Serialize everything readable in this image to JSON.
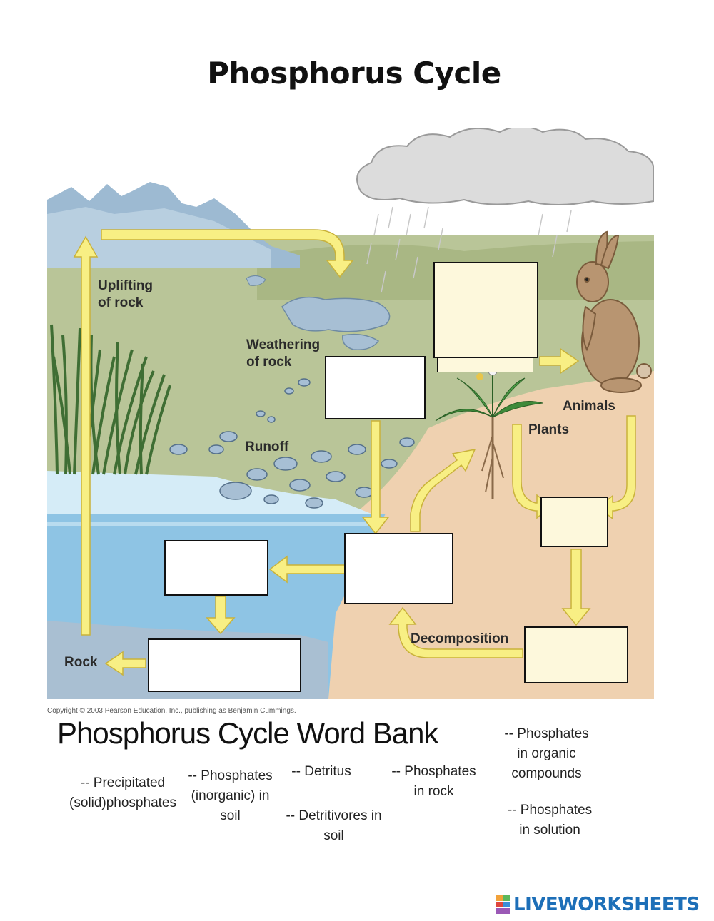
{
  "title": "Phosphorus Cycle",
  "labels": {
    "uplifting": "Uplifting\nof rock",
    "weathering": "Weathering\nof rock",
    "runoff": "Runoff",
    "animals": "Animals",
    "plants": "Plants",
    "decomposition": "Decomposition",
    "rock": "Rock"
  },
  "copyright": "Copyright © 2003 Pearson Education, Inc., publishing as Benjamin Cummings.",
  "word_bank": {
    "title": "Phosphorus Cycle Word Bank",
    "items": [
      "-- Precipitated\n(solid)phosphates",
      "-- Phosphates\n(inorganic) in\nsoil",
      "-- Detritus",
      "-- Detritivores in\nsoil",
      "-- Phosphates\nin rock",
      "-- Phosphates\nin organic\ncompounds",
      "-- Phosphates\nin solution"
    ]
  },
  "brand": "LIVEWORKSHEETS",
  "colors": {
    "arrow": "#f8ef84",
    "arrow_stroke": "#c9b23a",
    "water": "#8ec4e4",
    "land": "#b9c598",
    "soil": "#efd1b0",
    "brand": "#1d6fb8"
  }
}
